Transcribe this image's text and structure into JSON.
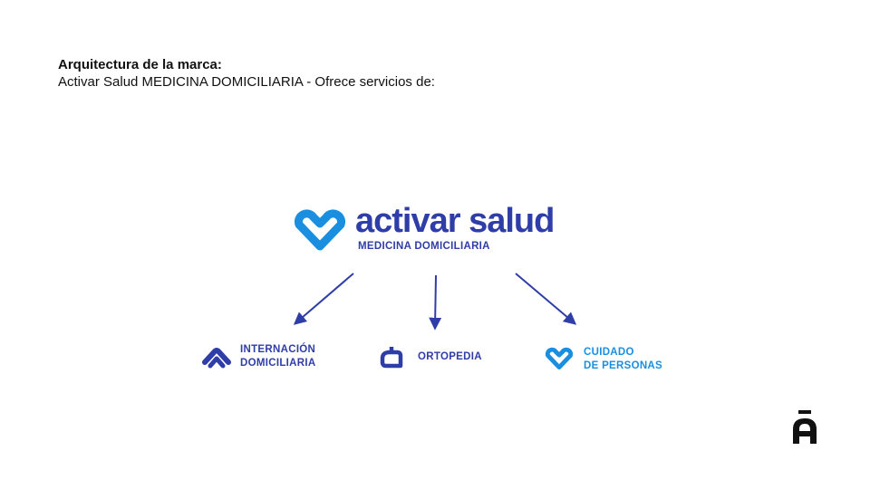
{
  "header": {
    "title": "Arquitectura de la marca:",
    "subtitle": "Activar Salud MEDICINA DOMICILIARIA - Ofrece servicios de:"
  },
  "brand": {
    "name": "activar salud",
    "tagline": "MEDICINA DOMICILIARIA",
    "logo_icon": "heart-chevron-icon",
    "primary_color": "#2f3da8",
    "accent_color": "#1a8fe0"
  },
  "services": [
    {
      "line1": "INTERNACIÓN",
      "line2": "DOMICILIARIA",
      "icon": "house-chevron-icon",
      "color": "#2f3da8"
    },
    {
      "line1": "ORTOPEDIA",
      "line2": "",
      "icon": "orthopedic-a-icon",
      "color": "#2f3da8"
    },
    {
      "line1": "CUIDADO",
      "line2": "DE PERSONAS",
      "icon": "heart-chevron-icon",
      "color": "#1a8fe0"
    }
  ],
  "corner_logo": {
    "icon": "a-macron-logo-icon"
  }
}
